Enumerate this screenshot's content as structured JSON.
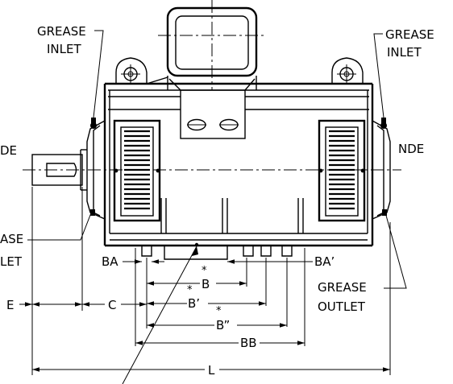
{
  "labels": {
    "grease_inlet_left": [
      "GREASE",
      "INLET"
    ],
    "grease_inlet_right": [
      "GREASE",
      "INLET"
    ],
    "de": "DE",
    "nde": "NDE",
    "grease_outlet_left": [
      "ASE",
      "LET"
    ],
    "grease_outlet_right": [
      "GREASE",
      "OUTLET"
    ]
  },
  "dimensions": {
    "ba": "BA",
    "ba_prime": "BA’",
    "b": "B",
    "b_prime": "B’",
    "b_double": "B”",
    "star": "*",
    "bb": "BB",
    "e": "E",
    "c": "C",
    "l": "L"
  }
}
